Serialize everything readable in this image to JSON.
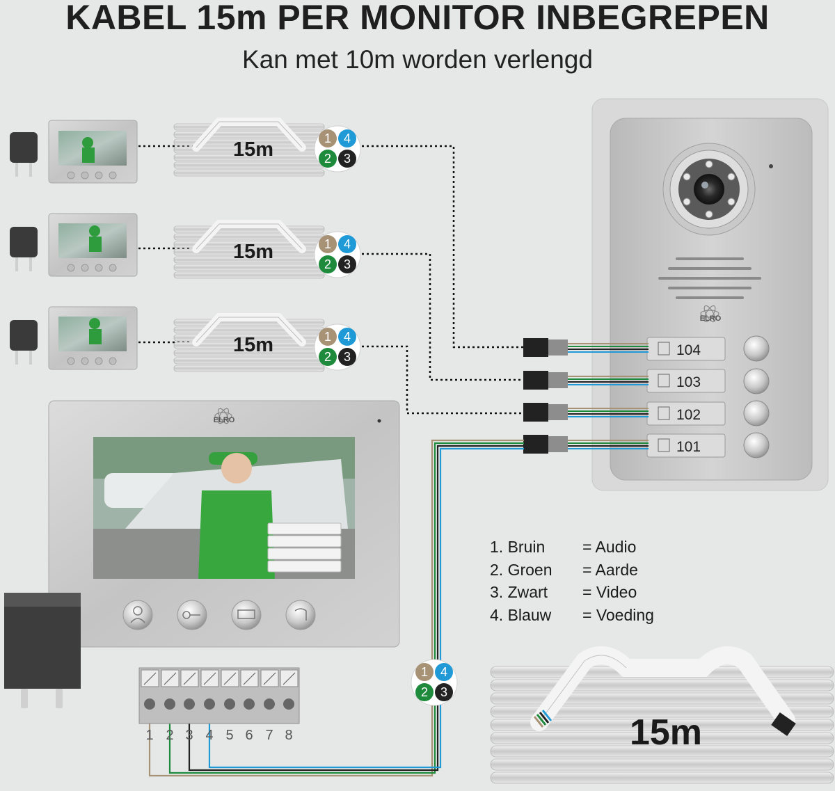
{
  "header": {
    "title": "KABEL 15m PER MONITOR INBEGREPEN",
    "subtitle": "Kan met 10m worden verlengd"
  },
  "cables": [
    {
      "length": "15m"
    },
    {
      "length": "15m"
    },
    {
      "length": "15m"
    },
    {
      "length": "15m"
    }
  ],
  "wire_badge": {
    "n1": "1",
    "n2": "2",
    "n3": "3",
    "n4": "4"
  },
  "door_station": {
    "brand": "ELRO",
    "buttons": [
      {
        "label": "104"
      },
      {
        "label": "103"
      },
      {
        "label": "102"
      },
      {
        "label": "101"
      }
    ]
  },
  "monitor": {
    "brand": "ELRO"
  },
  "terminal_block": {
    "labels": [
      "1",
      "2",
      "3",
      "4",
      "5",
      "6",
      "7",
      "8"
    ]
  },
  "legend": [
    {
      "wire": "1. Bruin",
      "function": "= Audio"
    },
    {
      "wire": "2. Groen",
      "function": "= Aarde"
    },
    {
      "wire": "3. Zwart",
      "function": "= Video"
    },
    {
      "wire": "4. Blauw",
      "function": "= Voeding"
    }
  ],
  "colors": {
    "brown": "#a89276",
    "green": "#1d8a3c",
    "black": "#222222",
    "blue": "#1f9ad6",
    "background": "#e6e8e7"
  }
}
